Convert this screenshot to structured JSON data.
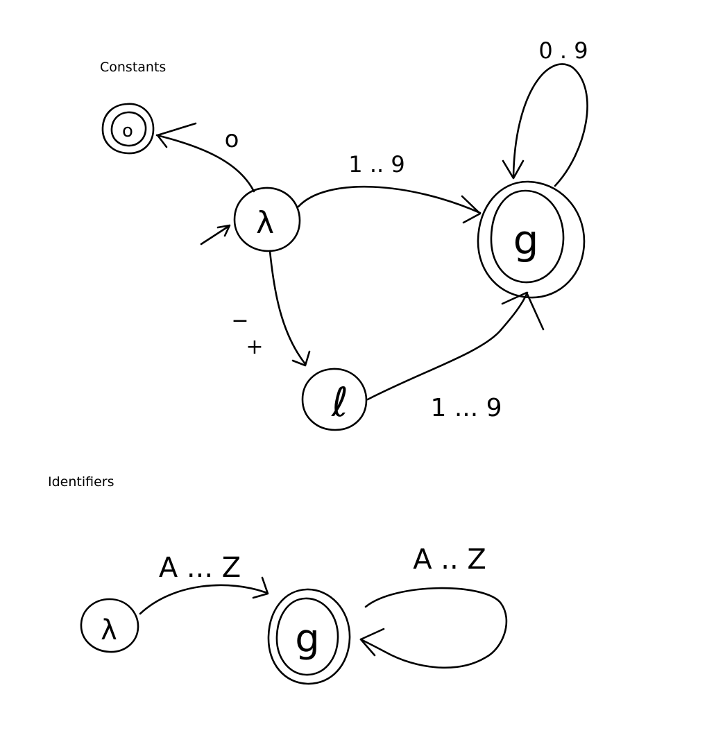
{
  "sections": {
    "constants": {
      "title": "Constants",
      "states": {
        "start": "λ",
        "zero": "o",
        "sign": "ℓ",
        "number": "g"
      },
      "edges": {
        "start_to_zero": "o",
        "start_to_number": "1 .. 9",
        "number_loop": "0 . 9",
        "start_to_sign_minus": "−",
        "start_to_sign_plus": "+",
        "sign_to_number": "1 ... 9"
      }
    },
    "identifiers": {
      "title": "Identifiers",
      "states": {
        "start": "λ",
        "ident": "g"
      },
      "edges": {
        "start_to_ident": "A ... Z",
        "ident_loop": "A .. Z"
      }
    }
  },
  "colors": {
    "ink": "#000000",
    "background": "#ffffff"
  }
}
